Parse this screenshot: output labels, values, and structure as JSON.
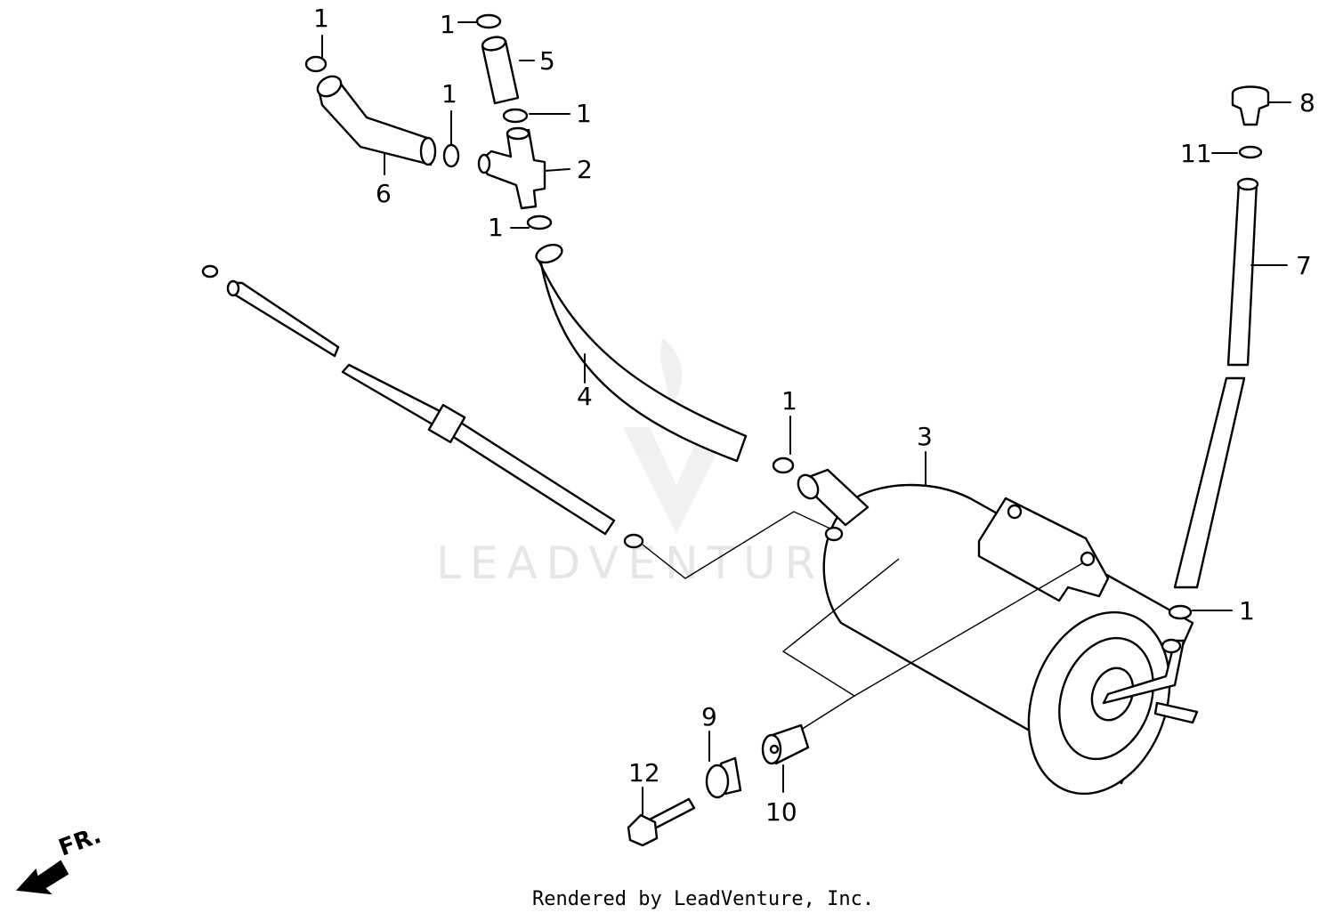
{
  "watermark": "LEADVENTURE",
  "footer": "Rendered by LeadVenture, Inc.",
  "front_marker": "FR.",
  "callouts": {
    "c1_top_left": "1",
    "c1_top_mid": "1",
    "c1_mid_left": "1",
    "c1_t_joint_top": "1",
    "c1_t_joint_bottom": "1",
    "c1_canister_inlet": "1",
    "c1_right": "1",
    "c2": "2",
    "c3": "3",
    "c4": "4",
    "c5": "5",
    "c6": "6",
    "c7": "7",
    "c8": "8",
    "c9": "9",
    "c10": "10",
    "c11": "11",
    "c12": "12"
  }
}
